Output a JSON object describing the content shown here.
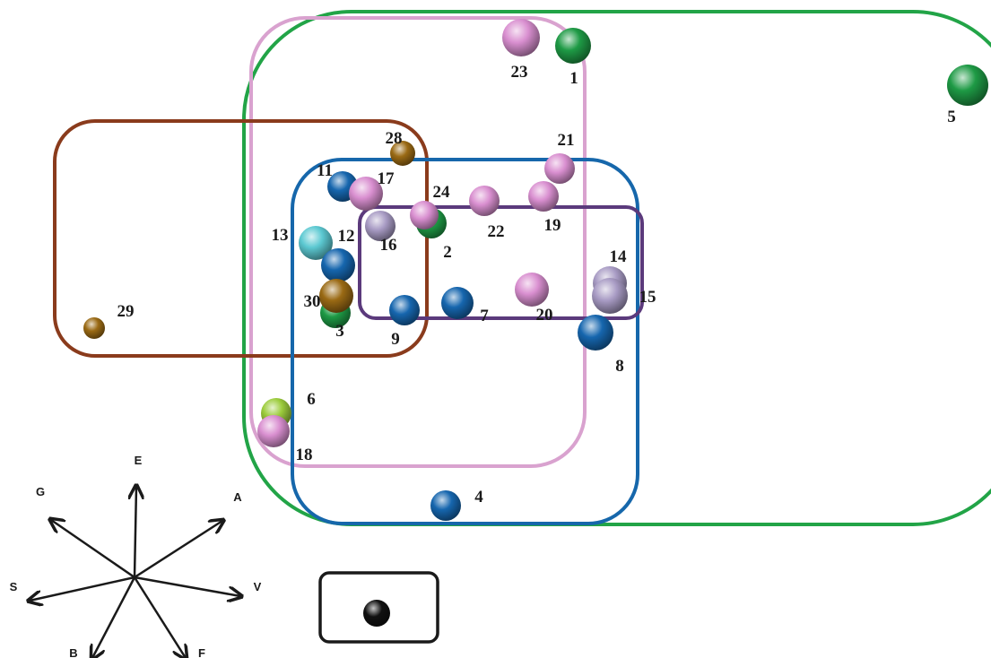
{
  "groups": [
    {
      "id": "green",
      "color": "#22a447"
    },
    {
      "id": "pink",
      "color": "#d9a2cf"
    },
    {
      "id": "brown",
      "color": "#8a3b1c"
    },
    {
      "id": "blue",
      "color": "#1667ab"
    },
    {
      "id": "purple",
      "color": "#5b3a7c"
    }
  ],
  "points": [
    {
      "label": "1",
      "color": "#1e9a45"
    },
    {
      "label": "2",
      "color": "#1e9a45"
    },
    {
      "label": "3",
      "color": "#1e9a45"
    },
    {
      "label": "4",
      "color": "#1666ae"
    },
    {
      "label": "5",
      "color": "#1e9a45"
    },
    {
      "label": "6",
      "color": "#9ccc3c"
    },
    {
      "label": "7",
      "color": "#1666ae"
    },
    {
      "label": "8",
      "color": "#1666ae"
    },
    {
      "label": "9",
      "color": "#1666ae"
    },
    {
      "label": "11",
      "color": "#1666ae"
    },
    {
      "label": "12",
      "color": "#1666ae"
    },
    {
      "label": "13",
      "color": "#5cc9d2"
    },
    {
      "label": "14",
      "color": "#a89bc4"
    },
    {
      "label": "15",
      "color": "#a89bc4"
    },
    {
      "label": "16",
      "color": "#a89bc4"
    },
    {
      "label": "17",
      "color": "#d98fd0"
    },
    {
      "label": "18",
      "color": "#d98fd0"
    },
    {
      "label": "19",
      "color": "#d98fd0"
    },
    {
      "label": "20",
      "color": "#d98fd0"
    },
    {
      "label": "21",
      "color": "#d98fd0"
    },
    {
      "label": "22",
      "color": "#d98fd0"
    },
    {
      "label": "23",
      "color": "#d98fd0"
    },
    {
      "label": "24",
      "color": "#d98fd0"
    },
    {
      "label": "28",
      "color": "#9a6a14"
    },
    {
      "label": "29",
      "color": "#9a6a14"
    },
    {
      "label": "30",
      "color": "#9a6a14"
    }
  ],
  "compass": {
    "labels": [
      "E",
      "A",
      "V",
      "F",
      "B",
      "S",
      "G"
    ]
  },
  "legend_dot": {
    "color": "#111111"
  }
}
